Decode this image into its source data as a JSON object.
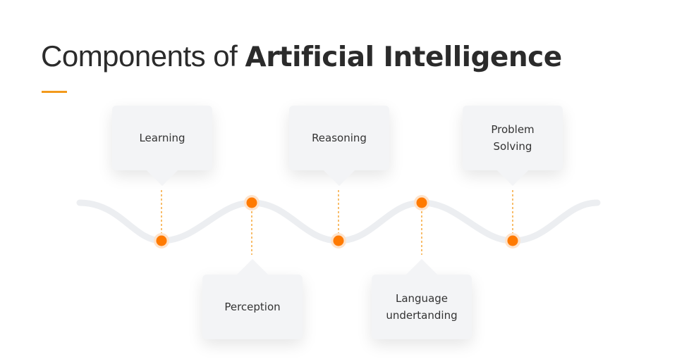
{
  "title": {
    "light": "Components of ",
    "bold": "Artificial Intelligence"
  },
  "accent_color": "#f39a1c",
  "dot_color": "#ff7a00",
  "components": [
    {
      "label": "Learning",
      "position": "top"
    },
    {
      "label": "Perception",
      "position": "bottom"
    },
    {
      "label": "Reasoning",
      "position": "top"
    },
    {
      "label": "Language undertanding",
      "position": "bottom"
    },
    {
      "label": "Problem Solving",
      "position": "top"
    }
  ]
}
